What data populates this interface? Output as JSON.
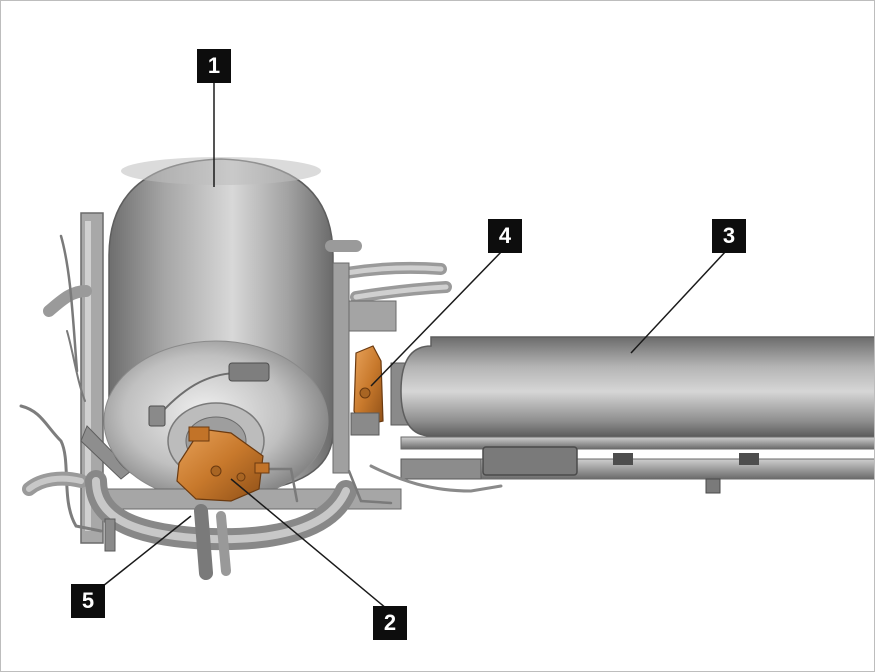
{
  "callouts": [
    {
      "label": "1"
    },
    {
      "label": "2"
    },
    {
      "label": "3"
    },
    {
      "label": "4"
    },
    {
      "label": "5"
    }
  ],
  "colors": {
    "callout_bg": "#0d0d0d",
    "callout_text": "#ffffff",
    "highlight": "#c8792c",
    "metal": "#9a9a9a"
  }
}
